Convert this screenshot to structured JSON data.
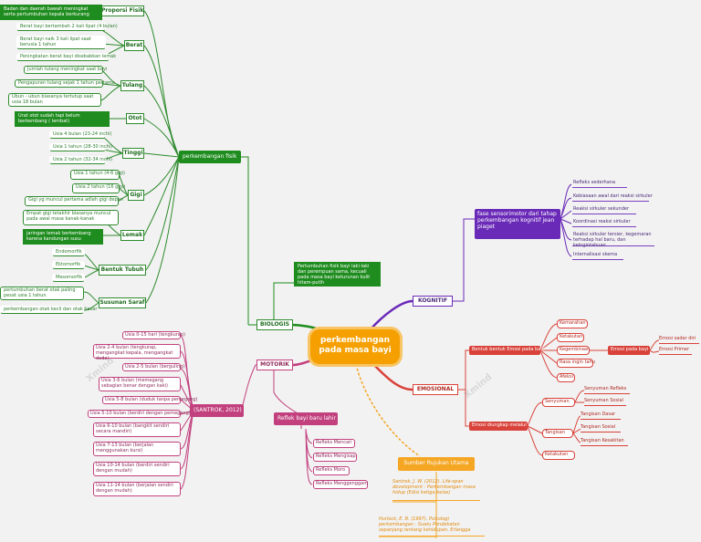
{
  "center": "perkembangan pada masa bayi",
  "fisik": {
    "title": "perkembangan  fisik",
    "note": "Pertumbuhan fisik bayi laki-laki dan perempuan sama, kecuali pada masa bayi keturunan kulit hitam-putih",
    "biologis": "BIOLOGIS",
    "groups": {
      "proporsi": {
        "label": "Proporsi Fisik",
        "items": [
          "Badan dan daerah bawah meningkat serta pertumbuhan kepala berkurang"
        ]
      },
      "berat": {
        "label": "Berat",
        "items": [
          "Berat bayi bertambah 2 kali lipat (4 bulan)",
          "Berat bayi naik 3 kali lipat saat berusia 1 tahun",
          "Peningkatan berat bayi disebabkan lemak"
        ]
      },
      "tulang": {
        "label": "Tulang",
        "items": [
          "Jumlah tulang meningkat saat bayi",
          "Pengapuran tulang sejak 1 tahun pertama",
          "Ubun - ubun biasanya tertutup saat usia 18 bulan"
        ]
      },
      "otot": {
        "label": "Otot",
        "items": [
          "Urat otot sudah tapi belum berkembang  ( lembat)"
        ]
      },
      "tinggi": {
        "label": "Tinggi",
        "items": [
          "Usia 4 bulan (23-24 inchi)",
          "Usia 1 tahun (28-30 inchi)",
          "Usia 2 tahun (32-34 inchi)"
        ]
      },
      "gigi": {
        "label": "Gigi",
        "items": [
          "Usia 1 tahun (4-6 gigi)",
          "Usia 2 tahun (16 gigi)",
          "Gigi yg muncul pertama  adlah gigi depan"
        ]
      },
      "lemak": {
        "label": "Lemak",
        "items": [
          "Empat gigi tetakhir biasanya muncul pada awal masa kanak-kanak",
          "jaringan lemak berkembang karena kandungan susu"
        ]
      },
      "tubuh": {
        "label": "Bentuk Tubuh",
        "items": [
          "Endomorfik",
          "Ektomorfik",
          "Mesomorfik"
        ]
      },
      "saraf": {
        "label": "Susunan Saraf",
        "items": [
          "pertumbuhan berat otak paling pesat usia 1 tahun",
          "perkembangan otak kecil dan otak besar"
        ]
      }
    }
  },
  "motorik": {
    "title": "MOTORIK",
    "source": "(SANTROK, 2012)",
    "items": [
      "Usia 0-15 hari (tengkurap)",
      "Usia 2-4 bulan (tengkurap, mengangkat kepala, mengangkat dada)",
      "Usia 2-5 bulan (berguling)",
      "Usia 3-6 bulan (memegang sebagian benar dengan kaki)",
      "Usia 5-8 bulan (duduk tanpa pemegang)",
      "Usia 5-10 bulan (berdiri dengan pemegang)",
      "Usia 6-10 bulan (bangkit sendiri secara mandiri)",
      "Usia 7-13 bulan (berjalan menggunakan kursi)",
      "Usia 10-14 bulan (berdiri sendiri dengan mudah)",
      "Usia 11-14 bulan (berjalan sendiri dengan mudah)"
    ],
    "refleks": {
      "title": "Reflek bayi baru lahir",
      "items": [
        "Refleks Mencari",
        "Refleks Mengisap",
        "Refleks Moro",
        "Refleks Menggenggam"
      ]
    }
  },
  "kognitif": {
    "title": "KOGNITIF",
    "fase": "fase sensorimotor dari tahap perkembangan kognitif jean piaget",
    "items": [
      "Refleks sederhana",
      "Kebiasaan awal dari reaksi sirkuler",
      "Reaksi  sirkuler sekunder",
      "Koordinasi reaksi sirkuler",
      "Reaksi sirkuler tersier, kegemaran terhadap hal baru, dan keingintahuan",
      "Internalisasi skema"
    ]
  },
  "emosional": {
    "title": "EMOSIONAL",
    "bentuk": {
      "label": "Bentuk bentuk Emosi pada bayi",
      "items": [
        "Kemarahan",
        "Ketakutan",
        "Kegembiraan",
        "Rasa ingin tahu",
        "Afeksi"
      ]
    },
    "primer": {
      "label": "Emosi pada bayi",
      "items": [
        "Emosi sadar diri",
        "Emosi Primer"
      ]
    },
    "ungkap": {
      "label": "Emosi diungkap melalui",
      "senyuman": {
        "label": "Senyuman",
        "items": [
          "Senyuman Refleks",
          "Senyuman Sosial"
        ]
      },
      "tangisan": {
        "label": "Tangisan",
        "items": [
          "Tangisan Dasar",
          "Tangisan Sosial",
          "Tangisan Kesakitan"
        ]
      },
      "ketakutan": "Ketakutan"
    }
  },
  "sumber": {
    "title": "Sumber Rujukan Utama",
    "refs": [
      "Santrok, J. W. (2012). Life-span development : Perkembangan masa hidup (Edisi ketiga belas)",
      "Hurlock, E. B. (1997). Psikologi perkembangan : Suatu Pendekatan sepanjang rentang kehidupan. Erlangga"
    ]
  },
  "watermark": {
    "left": "Xmind",
    "right": "Xmind"
  },
  "colors": {
    "fisik": "#1e8c1e",
    "motorik": "#c2407e",
    "kognitif": "#6a2ab8",
    "emosional": "#d9423a",
    "sumber": "#f5a623",
    "center": "#f5a000"
  }
}
